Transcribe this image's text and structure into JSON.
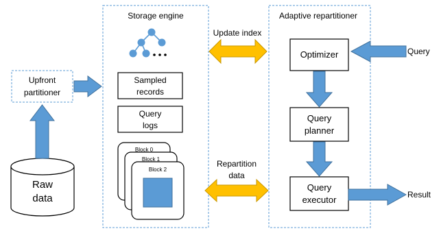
{
  "storage_engine": {
    "title": "Storage engine",
    "sampled_records": [
      "Sampled",
      "records"
    ],
    "query_logs": [
      "Query",
      "logs"
    ],
    "blocks": [
      "Block 0",
      "Block 1",
      "Block 2"
    ]
  },
  "adaptive_repartitioner": {
    "title": "Adaptive repartitioner",
    "optimizer": "Optimizer",
    "query_planner": [
      "Query",
      "planner"
    ],
    "query_executor": [
      "Query",
      "executor"
    ]
  },
  "upfront_partitioner": [
    "Upfront",
    "partitioner"
  ],
  "raw_data": [
    "Raw",
    "data"
  ],
  "arrows": {
    "update_index": "Update index",
    "repartition_data": [
      "Repartition",
      "data"
    ],
    "query": "Query",
    "result": "Result"
  },
  "colors": {
    "blue_arrow": "#5b9bd5",
    "orange_arrow": "#ffc000",
    "dashed_border": "#5b9bd5",
    "tree_node": "#5b9bd5",
    "block_fill": "#5b9bd5"
  }
}
